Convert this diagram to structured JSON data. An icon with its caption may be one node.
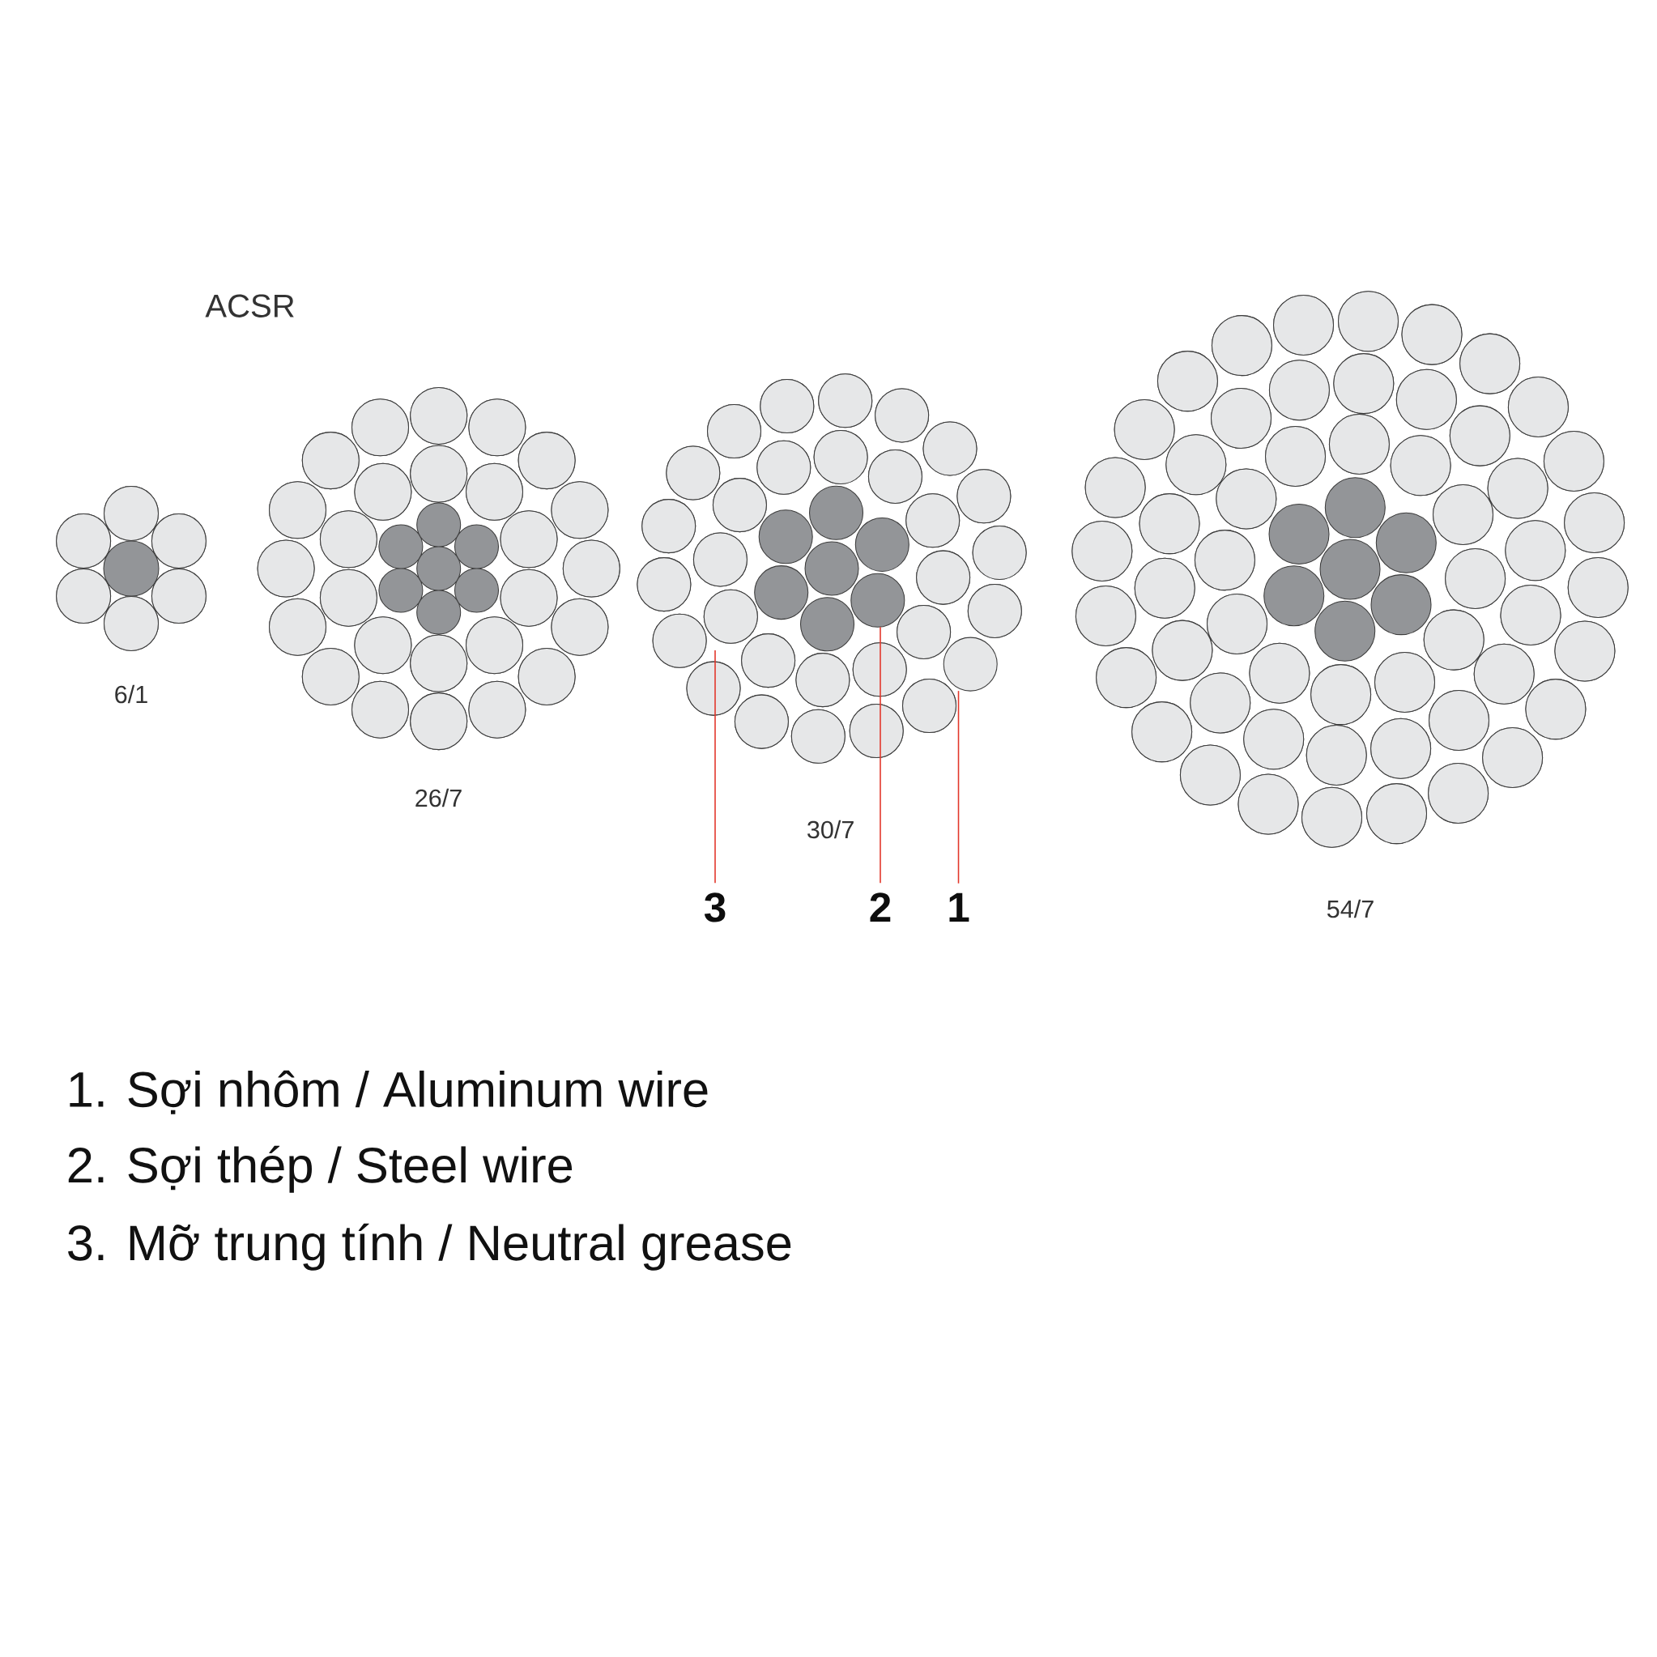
{
  "diagram": {
    "title": "ACSR",
    "nodes": [
      {
        "text": [
          "3"
        ]
      },
      {
        "text": [
          "2"
        ]
      },
      {
        "text": [
          "1"
        ]
      },
      {
        "text": [],
        "shape": "circle"
      },
      {
        "text": [],
        "shape": "circle"
      }
    ],
    "edges": [
      {
        "from": 0,
        "to": null,
        "arrow": "none"
      },
      {
        "from": 1,
        "to": 3,
        "arrow": "none"
      },
      {
        "from": 2,
        "to": 4,
        "arrow": "none"
      }
    ],
    "labels": [
      "6/1",
      "26/7",
      "30/7",
      "54/7",
      "1. Sợi nhôm / Aluminum wire",
      "2. Sợi thép / Steel wire",
      "3. Mỡ trung tính / Neutral grease"
    ]
  }
}
